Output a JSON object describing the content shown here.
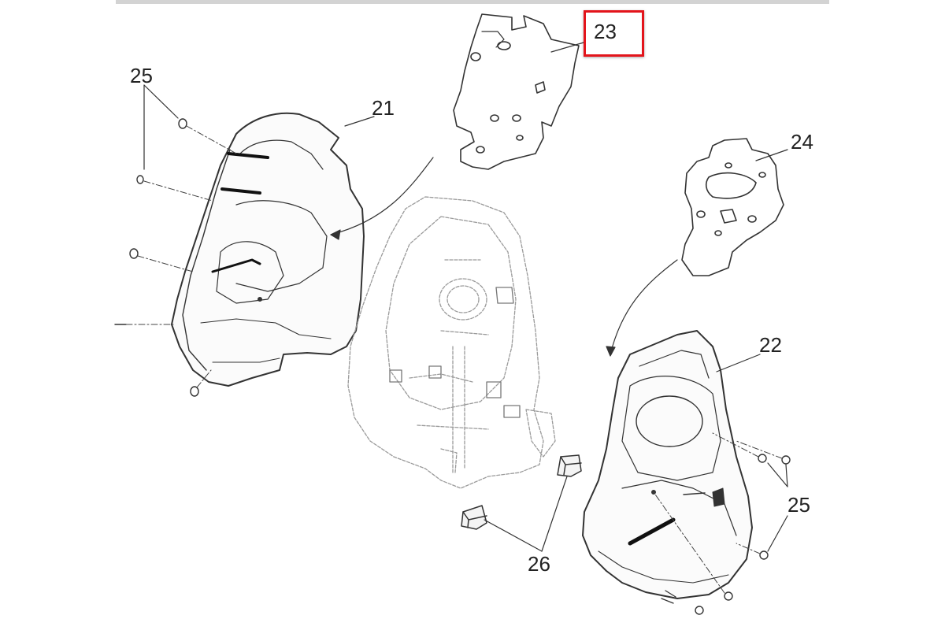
{
  "callouts": {
    "c21": "21",
    "c22": "22",
    "c23": "23",
    "c24": "24",
    "c25_left": "25",
    "c25_right": "25",
    "c26": "26"
  },
  "highlighted_part": "23",
  "colors": {
    "highlight": "#e3141b",
    "line": "#333333",
    "ghost_line": "#9a9a9a",
    "background": "#ffffff"
  }
}
